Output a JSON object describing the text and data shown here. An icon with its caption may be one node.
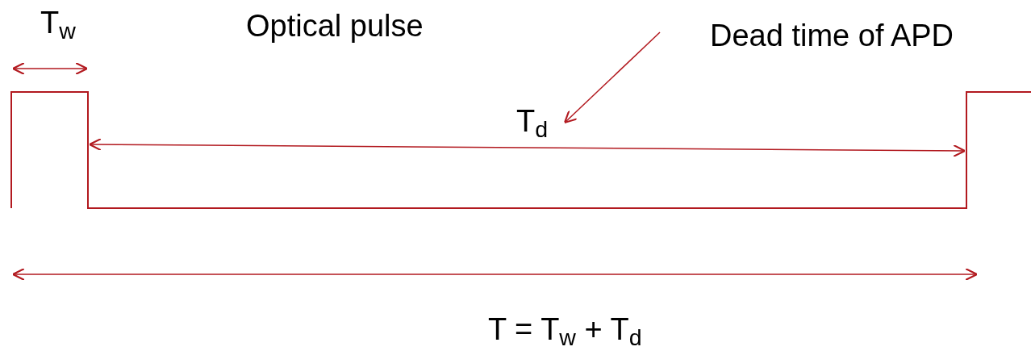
{
  "diagram": {
    "nodes": [
      {
        "text": [
          "Dead time of APD"
        ]
      },
      {
        "text": [
          "T$_{d}$"
        ]
      }
    ],
    "edges": [
      {
        "from": 0,
        "to": 1,
        "arrow": "to"
      }
    ],
    "labels": [
      "T$_{w}$",
      "Optical pulse",
      "T = T$_{w}$ + T$_{d}$"
    ]
  }
}
